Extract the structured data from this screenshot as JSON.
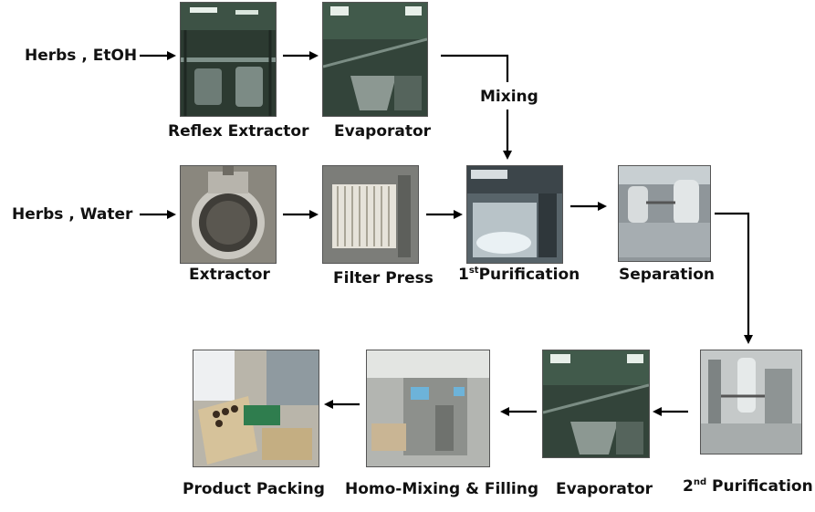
{
  "row1": {
    "input": "Herbs , EtOH",
    "step1": "Reflex Extractor",
    "step2": "Evaporator",
    "mixing": "Mixing"
  },
  "row2": {
    "input": "Herbs , Water",
    "step1": "Extractor",
    "step2": "Filter Press",
    "step3_prefix": "1",
    "step3_sup": "st",
    "step3_text": "Purification",
    "step4": "Separation"
  },
  "row3": {
    "step1": "Product Packing",
    "step2": "Homo-Mixing & Filling",
    "step3": "Evaporator",
    "step4_prefix": "2",
    "step4_sup": "nd",
    "step4_text": " Purification"
  },
  "photos": [
    {
      "name": "reflex-extractor-photo",
      "bg": "#2f3d33"
    },
    {
      "name": "evaporator-photo",
      "bg": "#3a4a40"
    },
    {
      "name": "extractor-photo",
      "bg": "#7c7a72"
    },
    {
      "name": "filter-press-photo",
      "bg": "#8a8a86"
    },
    {
      "name": "first-purification-photo",
      "bg": "#6e7a7e"
    },
    {
      "name": "separation-photo",
      "bg": "#9aa0a4"
    },
    {
      "name": "second-purification-photo",
      "bg": "#b8bcbc"
    },
    {
      "name": "evaporator-2-photo",
      "bg": "#38473d"
    },
    {
      "name": "homo-mixing-filling-photo",
      "bg": "#a8aaa6"
    },
    {
      "name": "product-packing-photo",
      "bg": "#c9c2b2"
    }
  ]
}
